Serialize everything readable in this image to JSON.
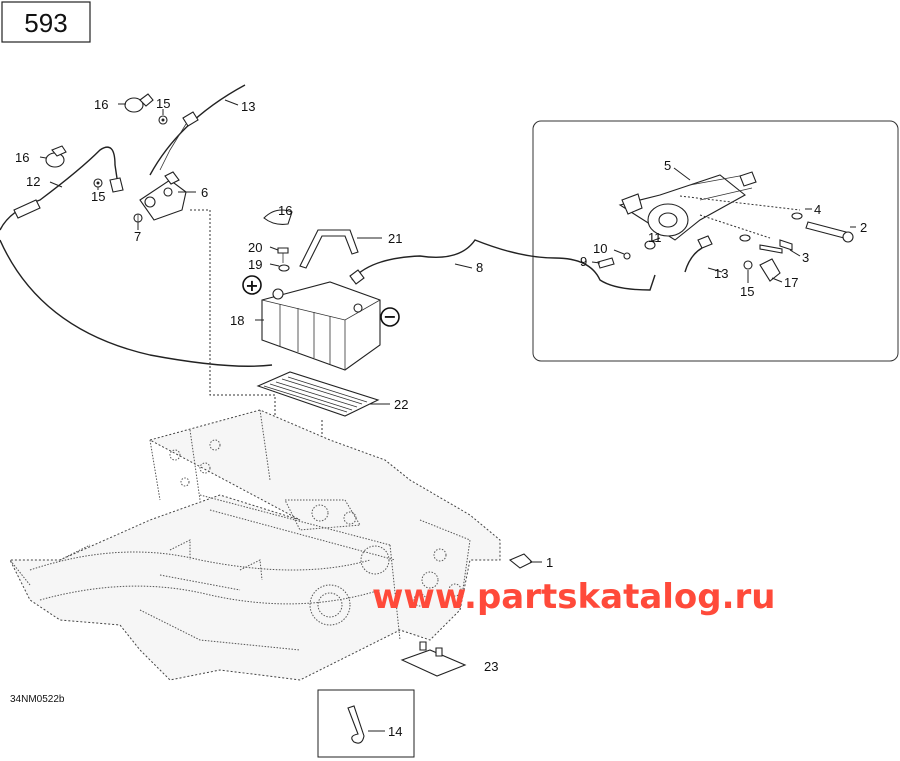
{
  "page_number": "593",
  "reference_code": "34NM0522b",
  "watermark": "www.partskatalog.ru",
  "battery_terminals": {
    "positive": "+",
    "negative": "−"
  },
  "callouts": {
    "c1": "1",
    "c2": "2",
    "c3": "3",
    "c4": "4",
    "c5": "5",
    "c6": "6",
    "c7": "7",
    "c8": "8",
    "c9": "9",
    "c10": "10",
    "c11": "11",
    "c12": "12",
    "c13a": "13",
    "c13b": "13",
    "c14": "14",
    "c15a": "15",
    "c15b": "15",
    "c15c": "15",
    "c16a": "16",
    "c16b": "16",
    "c16c": "16",
    "c17": "17",
    "c18": "18",
    "c19": "19",
    "c20": "20",
    "c21": "21",
    "c22": "22",
    "c23": "23"
  }
}
